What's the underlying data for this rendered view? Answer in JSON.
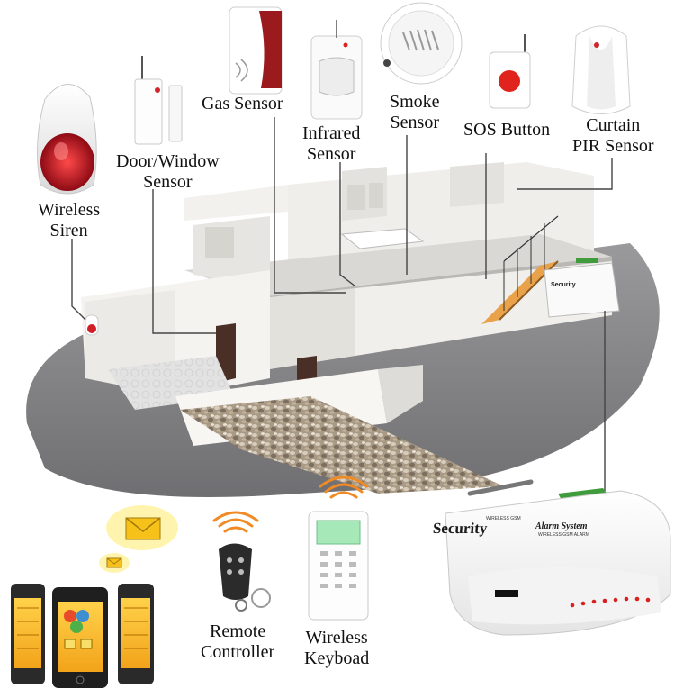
{
  "labels": {
    "gas_sensor": "Gas Sensor",
    "door_window_sensor": [
      "Door/Window",
      "Sensor"
    ],
    "wireless_siren": [
      "Wireless",
      "Siren"
    ],
    "infrared_sensor": [
      "Infrared",
      "Sensor"
    ],
    "smoke_sensor": [
      "Smoke",
      "Sensor"
    ],
    "sos_button": "SOS Button",
    "curtain_pir_sensor": [
      "Curtain",
      "PIR Sensor"
    ],
    "remote_controller": [
      "Remote",
      "Controller"
    ],
    "wireless_keyboard": [
      "Wireless",
      "Keyboad"
    ]
  },
  "control_panel": {
    "brand": "Security",
    "product": "Alarm System",
    "top_tag": "WIRELESS GSM",
    "sub_tag": "WIRELESS GSM ALARM"
  },
  "colors": {
    "floor": "#8a8a8c",
    "wall": "#ecebe8",
    "siren_red": "#c8102e",
    "gas_red": "#9b1a1e",
    "sos_red": "#e0231c",
    "envelope": "#f6c21a",
    "signal": "#f08a24",
    "panel_green": "#3f9b3b"
  },
  "icons": [
    "envelope-icon",
    "wifi-signal-icon",
    "smartphone-icon"
  ]
}
